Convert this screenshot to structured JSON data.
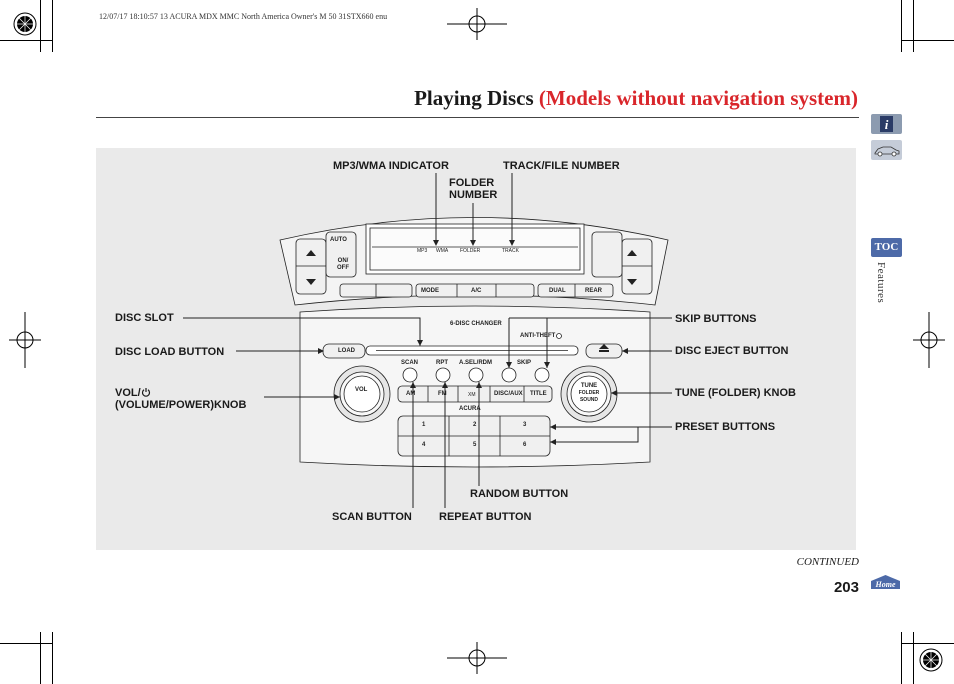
{
  "header": {
    "print_info": "12/07/17 18:10:57   13 ACURA MDX MMC North America Owner's M 50 31STX660 enu"
  },
  "title": {
    "main": "Playing Discs",
    "sub": "(Models without navigation system)"
  },
  "callouts": {
    "mp3_wma_indicator": "MP3/WMA INDICATOR",
    "track_file_number": "TRACK/FILE NUMBER",
    "folder_number_1": "FOLDER",
    "folder_number_2": "NUMBER",
    "disc_slot": "DISC SLOT",
    "skip_buttons": "SKIP BUTTONS",
    "disc_load_button": "DISC LOAD BUTTON",
    "disc_eject_button": "DISC EJECT BUTTON",
    "vol_1": "VOL/",
    "vol_2": "(VOLUME/POWER)KNOB",
    "tune_knob": "TUNE (FOLDER) KNOB",
    "preset_buttons": "PRESET BUTTONS",
    "random_button": "RANDOM BUTTON",
    "scan_button": "SCAN BUTTON",
    "repeat_button": "REPEAT BUTTON"
  },
  "unit": {
    "display": {
      "mp3": "MP3",
      "wma": "WMA",
      "folder": "FOLDER",
      "track": "TRACK"
    },
    "climate": {
      "auto": "AUTO",
      "on_off": "ON/ OFF",
      "mode": "MODE",
      "ac": "A/C",
      "dual": "DUAL",
      "rear": "REAR"
    },
    "changer": "6-DISC CHANGER",
    "anti_theft": "ANTI-THEFT",
    "load": "LOAD",
    "scan": "SCAN",
    "rpt": "RPT",
    "asel_rdm": "A.SEL/RDM",
    "skip": "SKIP",
    "vol": "VOL",
    "am": "AM",
    "fm": "FM",
    "xm": "XM",
    "disc_aux": "DISC/AUX",
    "title_btn": "TITLE",
    "brand": "ACURA",
    "tune_1": "TUNE",
    "tune_2": "FOLDER",
    "tune_3": "SOUND",
    "presets": [
      "1",
      "2",
      "3",
      "4",
      "5",
      "6"
    ]
  },
  "footer": {
    "continued": "CONTINUED",
    "page_number": "203"
  },
  "sidebar": {
    "toc": "TOC",
    "section": "Features",
    "home": "Home"
  },
  "colors": {
    "accent_red": "#d9262b",
    "tab_blue": "#8c9bb0",
    "panel_gray": "#eaeaea"
  }
}
